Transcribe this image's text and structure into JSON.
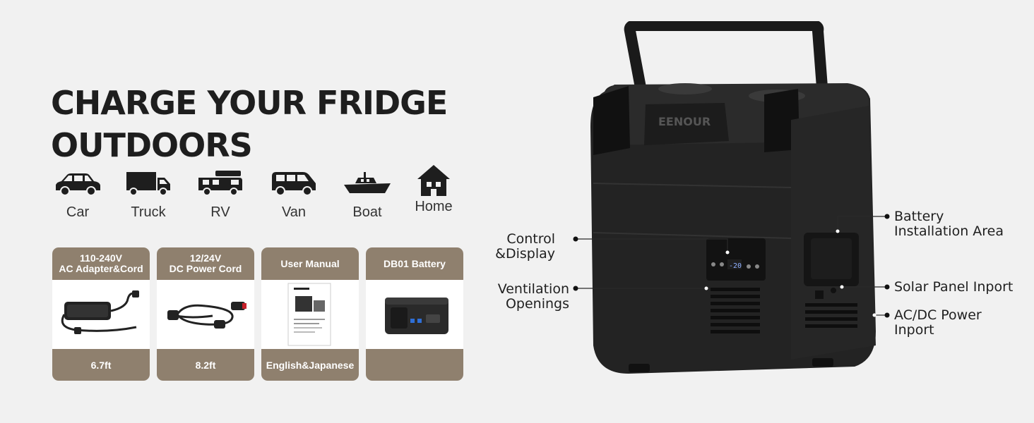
{
  "title": {
    "line1": "CHARGE YOUR FRIDGE",
    "line2": "OUTDOORS"
  },
  "vehicles": [
    {
      "label": "Car",
      "icon": "car-icon"
    },
    {
      "label": "Truck",
      "icon": "truck-icon"
    },
    {
      "label": "RV",
      "icon": "rv-icon"
    },
    {
      "label": "Van",
      "icon": "van-icon"
    },
    {
      "label": "Boat",
      "icon": "boat-icon"
    },
    {
      "label": "Home",
      "icon": "home-icon"
    }
  ],
  "accessories": [
    {
      "header": "110-240V\nAC Adapter&Cord",
      "footer": "6.7ft",
      "image": "ac-adapter-image"
    },
    {
      "header": "12/24V\nDC Power Cord",
      "footer": "8.2ft",
      "image": "dc-cord-image"
    },
    {
      "header": "User Manual",
      "footer": "English&Japanese",
      "image": "user-manual-image"
    },
    {
      "header": "DB01 Battery",
      "footer": "",
      "image": "battery-image"
    }
  ],
  "product": {
    "brand": "EENOUR",
    "display_temp": "-20"
  },
  "callouts": {
    "control": "Control\n&Display",
    "ventilation": "Ventilation\nOpenings",
    "battery_area": "Battery\nInstallation Area",
    "solar": "Solar Panel Inport",
    "acdc": "AC/DC Power\nInport"
  },
  "colors": {
    "card_accent": "#8f806e",
    "title": "#1e1e1e",
    "background": "#f1f1f1"
  }
}
